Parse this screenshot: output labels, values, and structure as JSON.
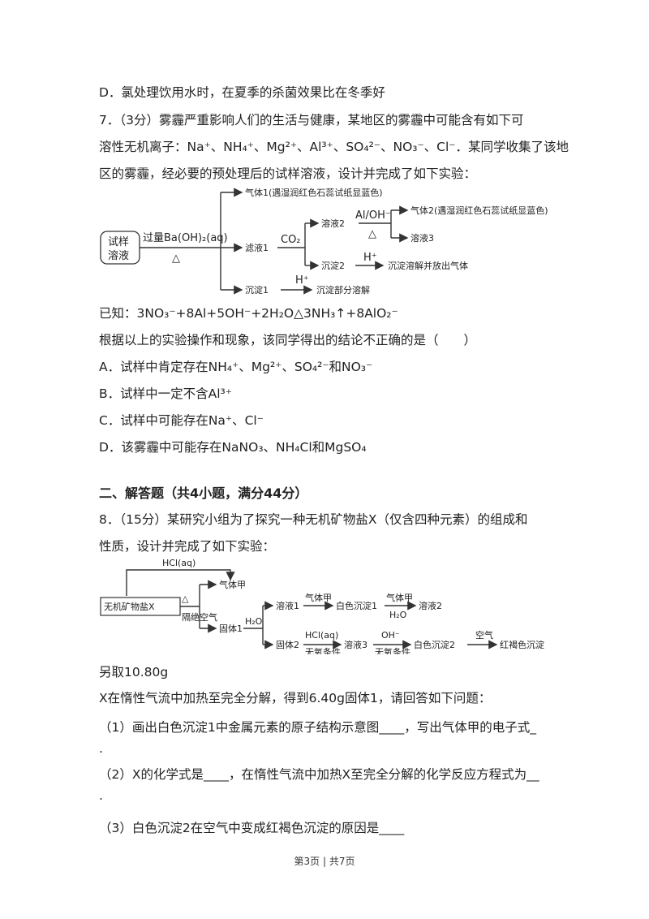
{
  "q6_option_d": "D．氯处理饮用水时，在夏季的杀菌效果比在冬季好",
  "q7": {
    "line1": "7．（3分）雾霾严重影响人们的生活与健康，某地区的雾霾中可能含有如下可",
    "line2": "溶性无机离子：Na⁺、NH₄⁺、Mg²⁺、Al³⁺、SO₄²⁻、NO₃⁻、Cl⁻．某同学收集了该地",
    "line3": "区的雾霾，经必要的预处理后的试样溶液，设计并完成了如下实验：",
    "diagram": {
      "sample_line1": "试样",
      "sample_line2": "溶液",
      "reagent": "过量Ba(OH)₂(aq)",
      "heat": "△",
      "gas1": "气体1(遇湿润红色石蕊试纸显蓝色)",
      "filtrate1": "滤液1",
      "co2": "CO₂",
      "solution2": "溶液2",
      "aloh": "Al/OH⁻",
      "heat2": "△",
      "gas2": "气体2(遇湿润红色石蕊试纸显蓝色)",
      "solution3": "溶液3",
      "precip2": "沉淀2",
      "hplus1": "H⁺",
      "precip2_result": "沉淀溶解并放出气体",
      "precip1": "沉淀1",
      "hplus2": "H⁺",
      "precip1_result": "沉淀部分溶解"
    },
    "known": "已知：3NO₃⁻+8Al+5OH⁻+2H₂O△3NH₃↑+8AlO₂⁻",
    "question": "根据以上的实验操作和现象，该同学得出的结论不正确的是（　　）",
    "options": [
      "A．试样中肯定存在NH₄⁺、Mg²⁺、SO₄²⁻和NO₃⁻",
      "B．试样中一定不含Al³⁺",
      "C．试样中可能存在Na⁺、Cl⁻",
      "D．该雾霾中可能存在NaNO₃、NH₄Cl和MgSO₄"
    ]
  },
  "section2_title": "二、解答题（共4小题，满分44分）",
  "q8": {
    "line1": "8．（15分）某研究小组为了探究一种无机矿物盐X（仅含四种元素）的组成和",
    "line2": "性质，设计并完成了如下实验：",
    "diagram": {
      "hcl_top": "HCl(aq)",
      "mineral": "无机矿物盐X",
      "heat": "△",
      "isolate": "隔绝空气",
      "gas_a": "气体甲",
      "solid1": "固体1",
      "water": "H₂O",
      "solution1": "溶液1",
      "gas_a2": "气体甲",
      "white_precip1": "白色沉淀1",
      "gas_a3": "气体甲",
      "water2": "H₂O",
      "solution2": "溶液2",
      "solid2": "固体2",
      "hcl2": "HCl(aq)",
      "no_o2_1": "无氧条件",
      "solution3": "溶液3",
      "oh": "OH⁻",
      "no_o2_2": "无氧条件",
      "white_precip2": "白色沉淀2",
      "air": "空气",
      "red_brown": "红褐色沉淀"
    },
    "extra1": "另取10.80g",
    "extra2": "X在惰性气流中加热至完全分解，得到6.40g固体1，请回答如下问题：",
    "sub1": "（1）画出白色沉淀1中金属元素的原子结构示意图____，写出气体甲的电子式_",
    "sub1_dot": ".",
    "sub2": "（2）X的化学式是____，在惰性气流中加热X至完全分解的化学反应方程式为__",
    "sub2_dot": ".",
    "sub3": "（3）白色沉淀2在空气中变成红褐色沉淀的原因是____"
  },
  "footer": "第3页 | 共7页"
}
